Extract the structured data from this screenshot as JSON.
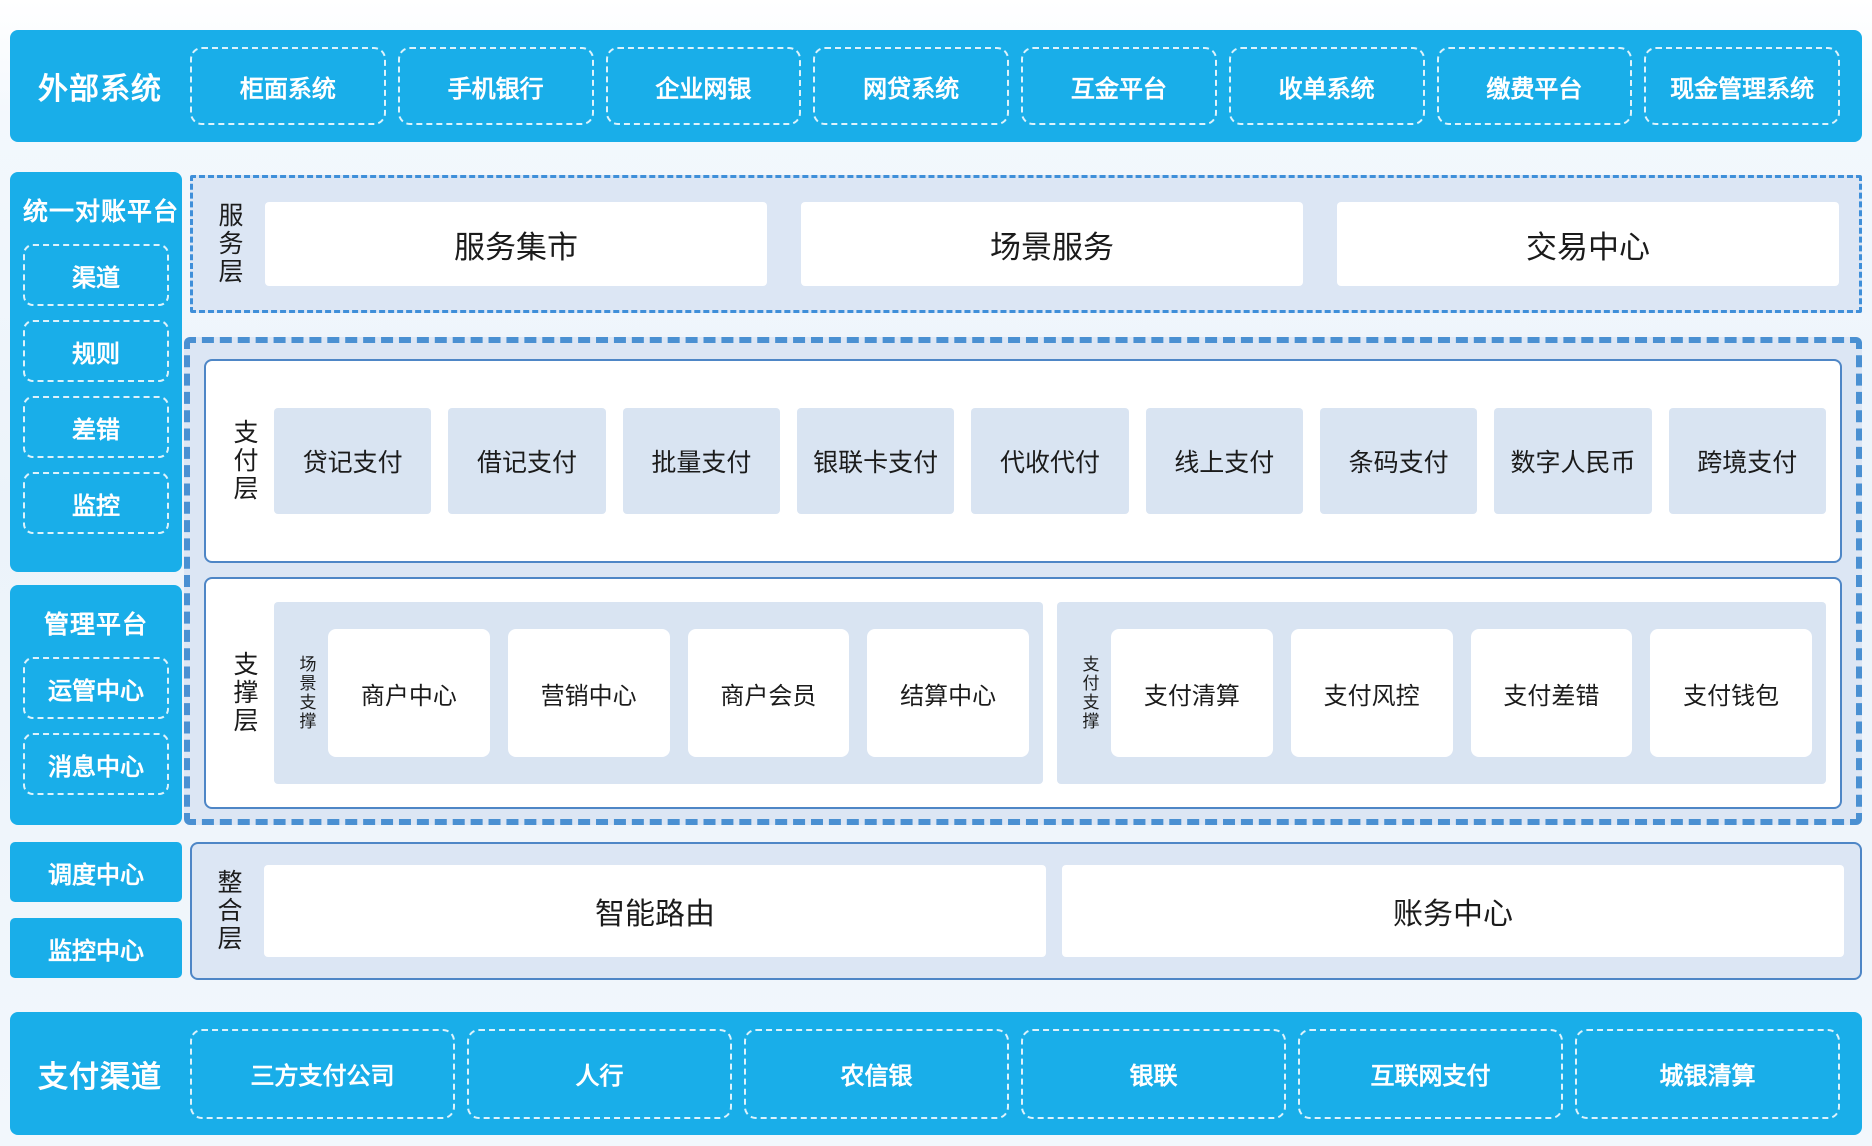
{
  "colors": {
    "brand_blue": "#19aee9",
    "panel_light_blue": "#dce6f4",
    "item_light_blue": "#d9e4f2",
    "solid_border_blue": "#4e86c6",
    "dashed_border_blue": "#4a90d2",
    "text_dark": "#1b1b1b",
    "text_white": "#ffffff"
  },
  "top_bar": {
    "title": "外部系统",
    "items": [
      "柜面系统",
      "手机银行",
      "企业网银",
      "网贷系统",
      "互金平台",
      "收单系统",
      "缴费平台",
      "现金管理系统"
    ]
  },
  "sidebar": {
    "reconciliation": {
      "title": "统一对账平台",
      "items": [
        "渠道",
        "规则",
        "差错",
        "监控"
      ]
    },
    "management": {
      "title": "管理平台",
      "items": [
        "运管中心",
        "消息中心"
      ]
    },
    "standalone": [
      "调度中心",
      "监控中心"
    ]
  },
  "layers": {
    "service": {
      "label": "服务层",
      "items": [
        "服务集市",
        "场景服务",
        "交易中心"
      ]
    },
    "payment": {
      "label": "支付层",
      "items": [
        "贷记支付",
        "借记支付",
        "批量支付",
        "银联卡支付",
        "代收代付",
        "线上支付",
        "条码支付",
        "数字人民币",
        "跨境支付"
      ]
    },
    "support": {
      "label": "支撑层",
      "groups": [
        {
          "label": "场景支撑",
          "items": [
            "商户中心",
            "营销中心",
            "商户会员",
            "结算中心"
          ]
        },
        {
          "label": "支付支撑",
          "items": [
            "支付清算",
            "支付风控",
            "支付差错",
            "支付钱包"
          ]
        }
      ]
    },
    "integration": {
      "label": "整合层",
      "items": [
        "智能路由",
        "账务中心"
      ]
    }
  },
  "bottom_bar": {
    "title": "支付渠道",
    "items": [
      "三方支付公司",
      "人行",
      "农信银",
      "银联",
      "互联网支付",
      "城银清算"
    ]
  }
}
